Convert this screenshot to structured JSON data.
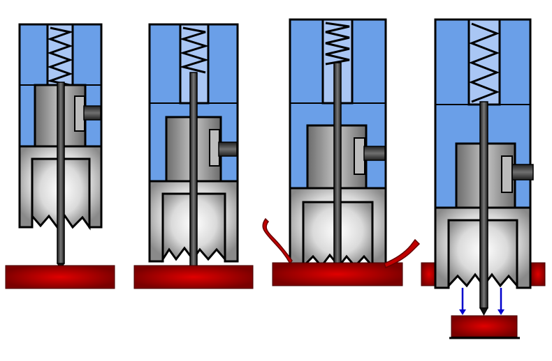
{
  "diagram": {
    "description_free": true,
    "stages": [
      {
        "id": "stage-1",
        "phase": "approach",
        "plug_ejected": false,
        "chips": false
      },
      {
        "id": "stage-2",
        "phase": "pilot-contact",
        "plug_ejected": false,
        "chips": false
      },
      {
        "id": "stage-3",
        "phase": "cutting",
        "plug_ejected": false,
        "chips": true
      },
      {
        "id": "stage-4",
        "phase": "ejection",
        "plug_ejected": true,
        "chips": false
      }
    ],
    "colors": {
      "housing": "#6a9fe8",
      "housing_light": "#a9c6f4",
      "metal_dark": "#505050",
      "metal_light": "#e8e8e8",
      "workpiece_dark": "#7a0000",
      "workpiece_light": "#e00000",
      "arrow": "#0000cc",
      "outline": "#000000"
    },
    "icons": [
      "compression-spring-icon",
      "set-screw-icon",
      "down-arrow-icon"
    ]
  }
}
